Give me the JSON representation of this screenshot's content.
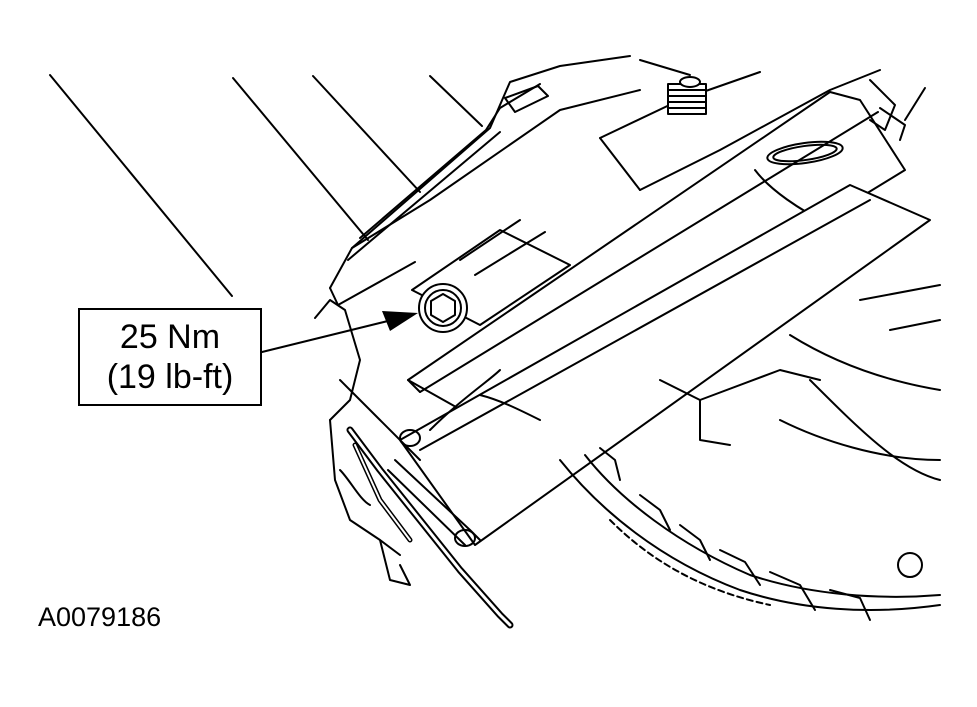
{
  "callout": {
    "torque_nm": "25 Nm",
    "torque_lbft": "(19 lb-ft)"
  },
  "figure_id": "A0079186"
}
